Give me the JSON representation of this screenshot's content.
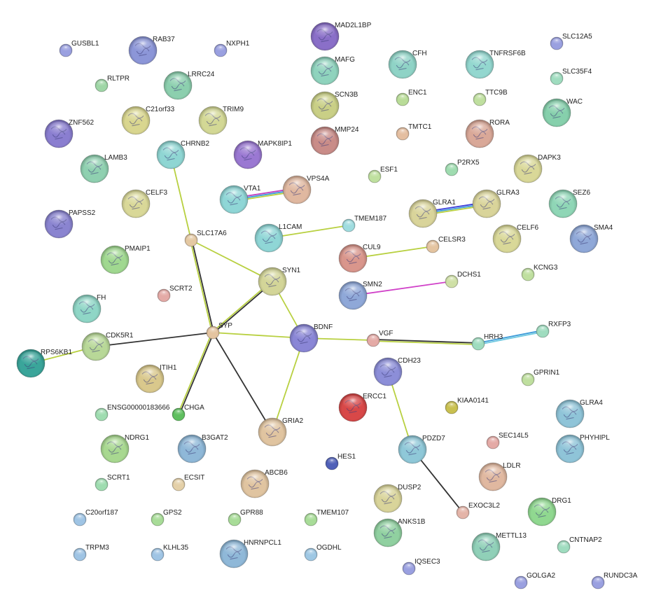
{
  "nodes": [
    {
      "id": "GUSBL1",
      "label": "GUSBL1",
      "color": "#9aa0e0",
      "size": "s",
      "structure": false
    },
    {
      "id": "RAB37",
      "label": "RAB37",
      "color": "#8c96d8",
      "size": "l",
      "structure": true
    },
    {
      "id": "NXPH1",
      "label": "NXPH1",
      "color": "#9aa0e0",
      "size": "s",
      "structure": false
    },
    {
      "id": "MAD2L1BP",
      "label": "MAD2L1BP",
      "color": "#8a6fc8",
      "size": "l",
      "structure": true
    },
    {
      "id": "SLC12A5",
      "label": "SLC12A5",
      "color": "#9aa0e0",
      "size": "s",
      "structure": false
    },
    {
      "id": "RLTPR",
      "label": "RLTPR",
      "color": "#9fd6a6",
      "size": "s",
      "structure": false
    },
    {
      "id": "LRRC24",
      "label": "LRRC24",
      "color": "#8ccfae",
      "size": "l",
      "structure": true
    },
    {
      "id": "MAFG",
      "label": "MAFG",
      "color": "#8fd3bd",
      "size": "l",
      "structure": true
    },
    {
      "id": "CFH",
      "label": "CFH",
      "color": "#8fd3c6",
      "size": "l",
      "structure": true
    },
    {
      "id": "TNFRSF6B",
      "label": "TNFRSF6B",
      "color": "#93d7cf",
      "size": "l",
      "structure": true
    },
    {
      "id": "SLC35F4",
      "label": "SLC35F4",
      "color": "#9fdcbf",
      "size": "s",
      "structure": false
    },
    {
      "id": "C21orf33",
      "label": "C21orf33",
      "color": "#d9d68f",
      "size": "l",
      "structure": true
    },
    {
      "id": "TRIM9",
      "label": "TRIM9",
      "color": "#d3d895",
      "size": "l",
      "structure": true
    },
    {
      "id": "SCN3B",
      "label": "SCN3B",
      "color": "#c9cf86",
      "size": "l",
      "structure": true
    },
    {
      "id": "ENC1",
      "label": "ENC1",
      "color": "#b9dc98",
      "size": "s",
      "structure": false
    },
    {
      "id": "TTC9B",
      "label": "TTC9B",
      "color": "#bfdf9f",
      "size": "s",
      "structure": false
    },
    {
      "id": "WAC",
      "label": "WAC",
      "color": "#86d0ac",
      "size": "l",
      "structure": true
    },
    {
      "id": "ZNF562",
      "label": "ZNF562",
      "color": "#8a7ed0",
      "size": "l",
      "structure": true
    },
    {
      "id": "CHRNB2",
      "label": "CHRNB2",
      "color": "#8fd6d3",
      "size": "l",
      "structure": true
    },
    {
      "id": "MAPK8IP1",
      "label": "MAPK8IP1",
      "color": "#9a78d2",
      "size": "l",
      "structure": true
    },
    {
      "id": "MMP24",
      "label": "MMP24",
      "color": "#c98c88",
      "size": "l",
      "structure": true
    },
    {
      "id": "TMTC1",
      "label": "TMTC1",
      "color": "#e4bea0",
      "size": "s",
      "structure": false
    },
    {
      "id": "RORA",
      "label": "RORA",
      "color": "#d9a898",
      "size": "l",
      "structure": true
    },
    {
      "id": "LAMB3",
      "label": "LAMB3",
      "color": "#8fd0b0",
      "size": "l",
      "structure": true
    },
    {
      "id": "ESF1",
      "label": "ESF1",
      "color": "#bfe09f",
      "size": "s",
      "structure": false
    },
    {
      "id": "P2RX5",
      "label": "P2RX5",
      "color": "#9fdcb0",
      "size": "s",
      "structure": false
    },
    {
      "id": "DAPK3",
      "label": "DAPK3",
      "color": "#d9d898",
      "size": "l",
      "structure": true
    },
    {
      "id": "VTA1",
      "label": "VTA1",
      "color": "#8fd6d6",
      "size": "l",
      "structure": true
    },
    {
      "id": "VPS4A",
      "label": "VPS4A",
      "color": "#e0b8a0",
      "size": "l",
      "structure": true
    },
    {
      "id": "CELF3",
      "label": "CELF3",
      "color": "#d9d898",
      "size": "l",
      "structure": true
    },
    {
      "id": "SEZ6",
      "label": "SEZ6",
      "color": "#8fd6b6",
      "size": "l",
      "structure": true
    },
    {
      "id": "GLRA1",
      "label": "GLRA1",
      "color": "#d9d49a",
      "size": "l",
      "structure": true
    },
    {
      "id": "GLRA3",
      "label": "GLRA3",
      "color": "#d9d49a",
      "size": "l",
      "structure": true
    },
    {
      "id": "PAPSS2",
      "label": "PAPSS2",
      "color": "#8a84d0",
      "size": "l",
      "structure": true
    },
    {
      "id": "SLC17A6",
      "label": "SLC17A6",
      "color": "#e4c8a2",
      "size": "s",
      "structure": false
    },
    {
      "id": "L1CAM",
      "label": "L1CAM",
      "color": "#8fd6d6",
      "size": "l",
      "structure": true
    },
    {
      "id": "TMEM187",
      "label": "TMEM187",
      "color": "#9fdcdf",
      "size": "s",
      "structure": false
    },
    {
      "id": "CELF6",
      "label": "CELF6",
      "color": "#d9d898",
      "size": "l",
      "structure": true
    },
    {
      "id": "SMA4",
      "label": "SMA4",
      "color": "#8fa8d8",
      "size": "l",
      "structure": true
    },
    {
      "id": "PMAIP1",
      "label": "PMAIP1",
      "color": "#a0d890",
      "size": "l",
      "structure": true
    },
    {
      "id": "CUL9",
      "label": "CUL9",
      "color": "#d9968c",
      "size": "l",
      "structure": true
    },
    {
      "id": "CELSR3",
      "label": "CELSR3",
      "color": "#e4c4a0",
      "size": "s",
      "structure": false
    },
    {
      "id": "SYN1",
      "label": "SYN1",
      "color": "#d3d598",
      "size": "l",
      "structure": true
    },
    {
      "id": "KCNG3",
      "label": "KCNG3",
      "color": "#bfdf9f",
      "size": "s",
      "structure": false
    },
    {
      "id": "SCRT2",
      "label": "SCRT2",
      "color": "#e4aaa6",
      "size": "s",
      "structure": false
    },
    {
      "id": "DCHS1",
      "label": "DCHS1",
      "color": "#cfe0a6",
      "size": "s",
      "structure": false
    },
    {
      "id": "SMN2",
      "label": "SMN2",
      "color": "#8fa8d8",
      "size": "l",
      "structure": true
    },
    {
      "id": "FH",
      "label": "FH",
      "color": "#8fd6c6",
      "size": "l",
      "structure": true
    },
    {
      "id": "SYP",
      "label": "SYP",
      "color": "#e4c4a0",
      "size": "s",
      "structure": false
    },
    {
      "id": "BDNF",
      "label": "BDNF",
      "color": "#8a86d6",
      "size": "l",
      "structure": true
    },
    {
      "id": "CDK5R1",
      "label": "CDK5R1",
      "color": "#b8d898",
      "size": "l",
      "structure": true
    },
    {
      "id": "VGF",
      "label": "VGF",
      "color": "#e4aaa6",
      "size": "s",
      "structure": false
    },
    {
      "id": "HRH3",
      "label": "HRH3",
      "color": "#9fdcbf",
      "size": "s",
      "structure": false
    },
    {
      "id": "RXFP3",
      "label": "RXFP3",
      "color": "#9fdcbf",
      "size": "s",
      "structure": false
    },
    {
      "id": "RPS6KB1",
      "label": "RPS6KB1",
      "color": "#3aa59a",
      "size": "l",
      "structure": true
    },
    {
      "id": "ITIH1",
      "label": "ITIH1",
      "color": "#d9c88c",
      "size": "l",
      "structure": true
    },
    {
      "id": "CDH23",
      "label": "CDH23",
      "color": "#8c8ed8",
      "size": "l",
      "structure": true
    },
    {
      "id": "GPRIN1",
      "label": "GPRIN1",
      "color": "#bfdf9f",
      "size": "s",
      "structure": false
    },
    {
      "id": "ERCC1",
      "label": "ERCC1",
      "color": "#d84848",
      "size": "l",
      "structure": true
    },
    {
      "id": "ENSG00000183666",
      "label": "ENSG00000183666",
      "color": "#9fdcb0",
      "size": "s",
      "structure": false
    },
    {
      "id": "CHGA",
      "label": "CHGA",
      "color": "#5fbf5f",
      "size": "s",
      "structure": false
    },
    {
      "id": "KIAA0141",
      "label": "KIAA0141",
      "color": "#c9c050",
      "size": "s",
      "structure": false
    },
    {
      "id": "GLRA4",
      "label": "GLRA4",
      "color": "#8fc4d8",
      "size": "l",
      "structure": true
    },
    {
      "id": "GRIA2",
      "label": "GRIA2",
      "color": "#e0c4a0",
      "size": "l",
      "structure": true
    },
    {
      "id": "NDRG1",
      "label": "NDRG1",
      "color": "#a8d890",
      "size": "l",
      "structure": true
    },
    {
      "id": "B3GAT2",
      "label": "B3GAT2",
      "color": "#8fb8d8",
      "size": "l",
      "structure": true
    },
    {
      "id": "PDZD7",
      "label": "PDZD7",
      "color": "#8fc8d8",
      "size": "l",
      "structure": true
    },
    {
      "id": "SEC14L5",
      "label": "SEC14L5",
      "color": "#e4aaa6",
      "size": "s",
      "structure": false
    },
    {
      "id": "PHYHIPL",
      "label": "PHYHIPL",
      "color": "#8fc4d8",
      "size": "l",
      "structure": true
    },
    {
      "id": "HES1",
      "label": "HES1",
      "color": "#5060b8",
      "size": "s",
      "structure": false
    },
    {
      "id": "LDLR",
      "label": "LDLR",
      "color": "#e0b8a0",
      "size": "l",
      "structure": true
    },
    {
      "id": "SCRT1",
      "label": "SCRT1",
      "color": "#9fdcb0",
      "size": "s",
      "structure": false
    },
    {
      "id": "ECSIT",
      "label": "ECSIT",
      "color": "#e4d0a8",
      "size": "s",
      "structure": false
    },
    {
      "id": "ABCB6",
      "label": "ABCB6",
      "color": "#e0c4a0",
      "size": "l",
      "structure": true
    },
    {
      "id": "DUSP2",
      "label": "DUSP2",
      "color": "#d9d49a",
      "size": "l",
      "structure": true
    },
    {
      "id": "EXOC3L2",
      "label": "EXOC3L2",
      "color": "#e4b4a8",
      "size": "s",
      "structure": false
    },
    {
      "id": "DRG1",
      "label": "DRG1",
      "color": "#90d890",
      "size": "l",
      "structure": true
    },
    {
      "id": "C20orf187",
      "label": "C20orf187",
      "color": "#9fc4e4",
      "size": "s",
      "structure": false
    },
    {
      "id": "GPS2",
      "label": "GPS2",
      "color": "#a8dc98",
      "size": "s",
      "structure": false
    },
    {
      "id": "GPR88",
      "label": "GPR88",
      "color": "#a8dc98",
      "size": "s",
      "structure": false
    },
    {
      "id": "TMEM107",
      "label": "TMEM107",
      "color": "#a8dc98",
      "size": "s",
      "structure": false
    },
    {
      "id": "ANKS1B",
      "label": "ANKS1B",
      "color": "#90d0a0",
      "size": "l",
      "structure": true
    },
    {
      "id": "METTL13",
      "label": "METTL13",
      "color": "#90d0b8",
      "size": "l",
      "structure": true
    },
    {
      "id": "CNTNAP2",
      "label": "CNTNAP2",
      "color": "#9fdcbf",
      "size": "s",
      "structure": false
    },
    {
      "id": "TRPM3",
      "label": "TRPM3",
      "color": "#9fc4e4",
      "size": "s",
      "structure": false
    },
    {
      "id": "KLHL35",
      "label": "KLHL35",
      "color": "#9fc4e4",
      "size": "s",
      "structure": false
    },
    {
      "id": "HNRNPCL1",
      "label": "HNRNPCL1",
      "color": "#8fb8d8",
      "size": "l",
      "structure": true
    },
    {
      "id": "OGDHL",
      "label": "OGDHL",
      "color": "#9fc8e4",
      "size": "s",
      "structure": false
    },
    {
      "id": "IQSEC3",
      "label": "IQSEC3",
      "color": "#9aa0e0",
      "size": "s",
      "structure": false
    },
    {
      "id": "GOLGA2",
      "label": "GOLGA2",
      "color": "#9aa0e0",
      "size": "s",
      "structure": false
    },
    {
      "id": "RUNDC3A",
      "label": "RUNDC3A",
      "color": "#9aa0e0",
      "size": "s",
      "structure": false
    }
  ],
  "edges": [
    {
      "source": "CHRNB2",
      "target": "SLC17A6",
      "colors": [
        "#b8d040"
      ]
    },
    {
      "source": "SLC17A6",
      "target": "SYN1",
      "colors": [
        "#b8d040"
      ]
    },
    {
      "source": "SLC17A6",
      "target": "SYP",
      "colors": [
        "#333333",
        "#b8d040"
      ]
    },
    {
      "source": "SYN1",
      "target": "SYP",
      "colors": [
        "#333333",
        "#b8d040"
      ]
    },
    {
      "source": "SYN1",
      "target": "BDNF",
      "colors": [
        "#b8d040"
      ]
    },
    {
      "source": "SYP",
      "target": "BDNF",
      "colors": [
        "#b8d040"
      ]
    },
    {
      "source": "SYP",
      "target": "CDK5R1",
      "colors": [
        "#333333"
      ]
    },
    {
      "source": "SYP",
      "target": "CHGA",
      "colors": [
        "#333333",
        "#b8d040"
      ]
    },
    {
      "source": "SYP",
      "target": "GRIA2",
      "colors": [
        "#333333"
      ]
    },
    {
      "source": "CDK5R1",
      "target": "RPS6KB1",
      "colors": [
        "#b8d040"
      ]
    },
    {
      "source": "BDNF",
      "target": "GRIA2",
      "colors": [
        "#b8d040"
      ]
    },
    {
      "source": "BDNF",
      "target": "VGF",
      "colors": [
        "#b8d040"
      ]
    },
    {
      "source": "VGF",
      "target": "HRH3",
      "colors": [
        "#333333",
        "#b8d040"
      ]
    },
    {
      "source": "HRH3",
      "target": "RXFP3",
      "colors": [
        "#3a9ad8",
        "#6ec8e0"
      ]
    },
    {
      "source": "VTA1",
      "target": "VPS4A",
      "colors": [
        "#c040c0",
        "#3a9ad8",
        "#b8d040"
      ]
    },
    {
      "source": "GLRA1",
      "target": "GLRA3",
      "colors": [
        "#3a3ad8",
        "#3a9ad8",
        "#b8d040"
      ]
    },
    {
      "source": "L1CAM",
      "target": "TMEM187",
      "colors": [
        "#b8d040"
      ]
    },
    {
      "source": "CUL9",
      "target": "CELSR3",
      "colors": [
        "#b8d040"
      ]
    },
    {
      "source": "SMN2",
      "target": "DCHS1",
      "colors": [
        "#d040c8"
      ]
    },
    {
      "source": "CDH23",
      "target": "PDZD7",
      "colors": [
        "#b8d040"
      ]
    },
    {
      "source": "PDZD7",
      "target": "EXOC3L2",
      "colors": [
        "#333333"
      ]
    }
  ]
}
